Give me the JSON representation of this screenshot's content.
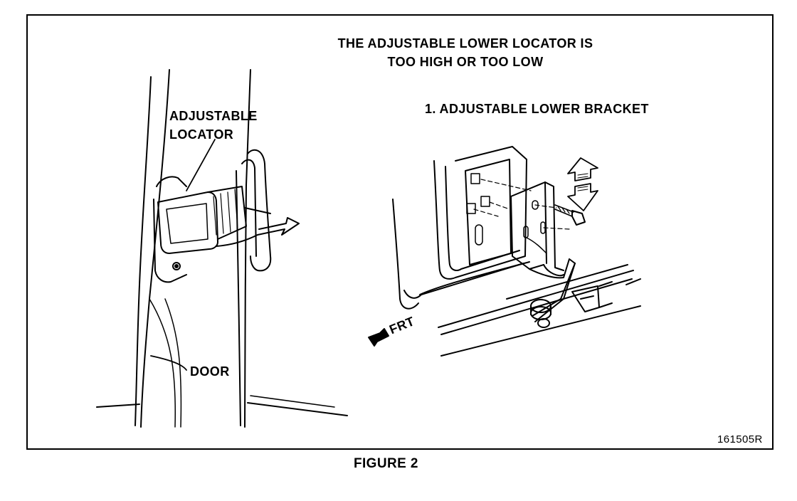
{
  "title_lines": [
    "THE ADJUSTABLE LOWER LOCATOR IS",
    "TOO HIGH OR TOO LOW"
  ],
  "labels": {
    "adjustable_locator": [
      "ADJUSTABLE",
      "LOCATOR"
    ],
    "door": "DOOR",
    "step": "1. ADJUSTABLE LOWER BRACKET",
    "front": "FRT"
  },
  "figure_code": "161505R",
  "caption": "FIGURE 2"
}
